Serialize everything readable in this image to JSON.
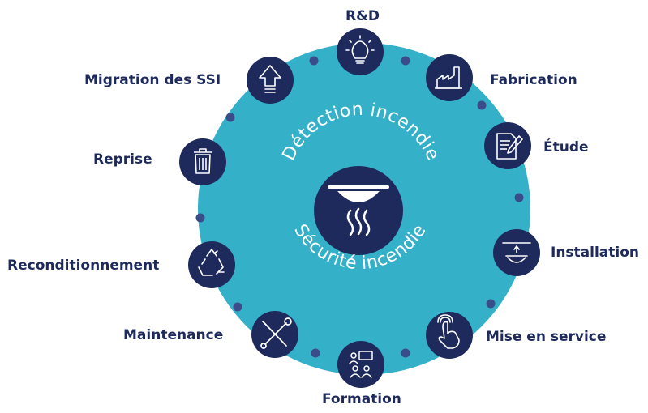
{
  "center": {
    "title_top": "Détection incendie",
    "title_bottom": "Sécurité incendie",
    "icon": "smoke-detector-icon"
  },
  "colors": {
    "ring": "#35b0c9",
    "node": "#1e2a5c",
    "text": "#1e2a5c",
    "white": "#ffffff"
  },
  "steps": [
    {
      "label": "R&D",
      "icon": "lightbulb-icon"
    },
    {
      "label": "Fabrication",
      "icon": "factory-icon"
    },
    {
      "label": "Étude",
      "icon": "document-pen-icon"
    },
    {
      "label": "Installation",
      "icon": "ceiling-detector-icon"
    },
    {
      "label": "Mise en service",
      "icon": "hand-pointer-icon"
    },
    {
      "label": "Formation",
      "icon": "presentation-people-icon"
    },
    {
      "label": "Maintenance",
      "icon": "wrench-screwdriver-icon"
    },
    {
      "label": "Reconditionnement",
      "icon": "recycle-icon"
    },
    {
      "label": "Reprise",
      "icon": "trash-icon"
    },
    {
      "label": "Migration des SSI",
      "icon": "upload-arrow-icon"
    }
  ]
}
